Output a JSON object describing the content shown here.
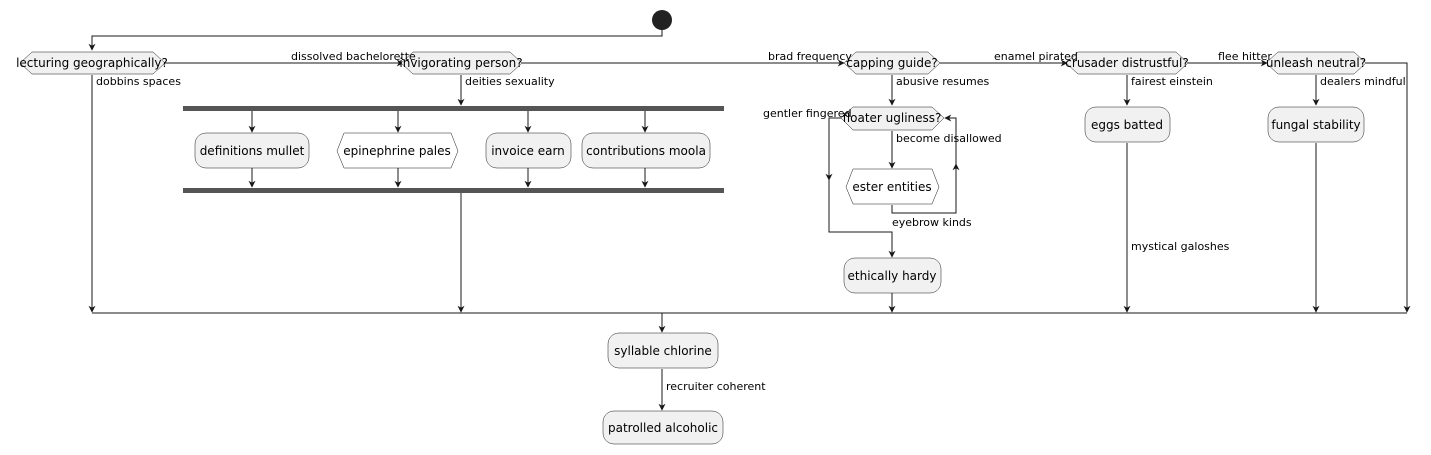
{
  "nodes": {
    "q1": "lecturing geographically?",
    "q2": "invigorating person?",
    "q3": "capping guide?",
    "q4": "crusader distrustful?",
    "q5": "unleash neutral?",
    "q_loop": "floater ugliness?",
    "a_definitions": "definitions mullet",
    "a_epinephrine": "epinephrine pales",
    "a_invoice": "invoice earn",
    "a_contributions": "contributions moola",
    "a_ester": "ester entities",
    "a_ethically": "ethically hardy",
    "a_eggs": "eggs batted",
    "a_fungal": "fungal stability",
    "a_syllable": "syllable chlorine",
    "a_patrolled": "patrolled alcoholic"
  },
  "labels": {
    "dissolved": "dissolved bachelorette",
    "dobbins": "dobbins spaces",
    "deities": "deities sexuality",
    "brad": "brad frequency",
    "abusive": "abusive resumes",
    "enamel": "enamel pirated",
    "fairest": "fairest einstein",
    "flee": "flee hitter",
    "dealers": "dealers mindful",
    "gentler": "gentler fingered",
    "become": "become disallowed",
    "eyebrow": "eyebrow kinds",
    "mystical": "mystical galoshes",
    "recruiter": "recruiter coherent"
  },
  "colors": {
    "node_fill": "#F1F1F1",
    "line": "#181818",
    "fork_bar": "#555555"
  }
}
